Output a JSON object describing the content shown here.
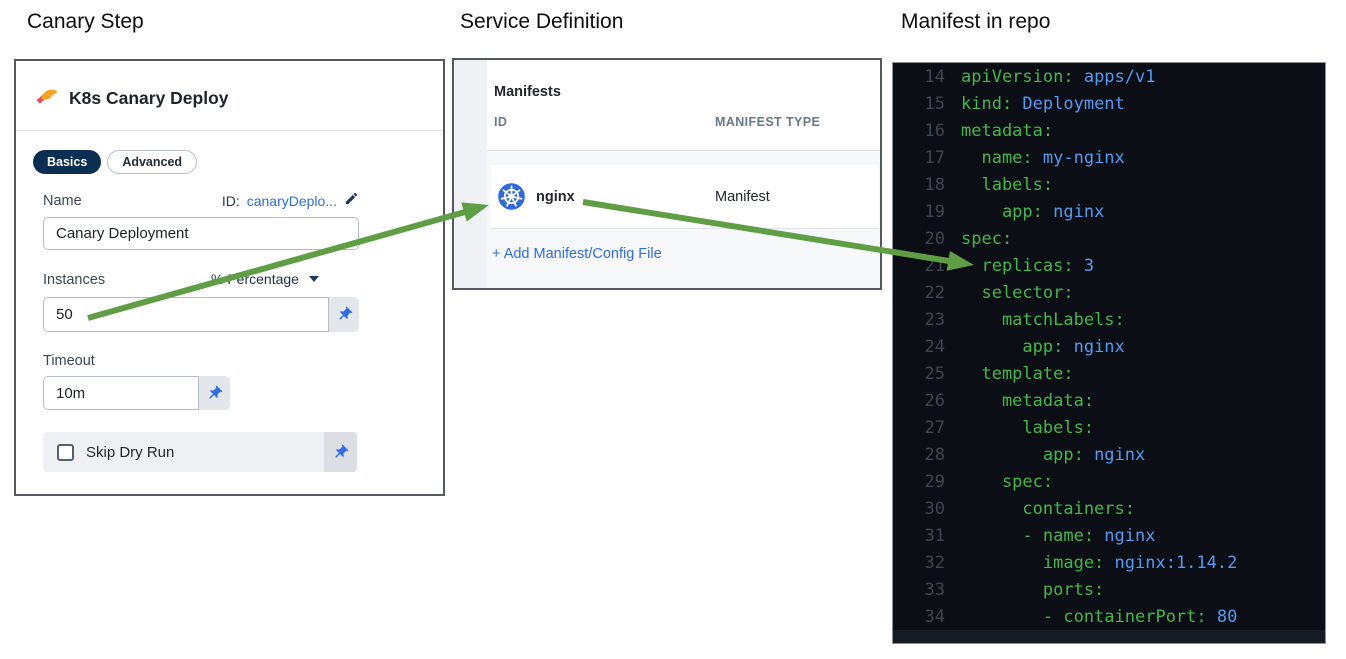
{
  "panels": {
    "canary_step": {
      "title": "Canary Step",
      "heading": "K8s Canary Deploy",
      "tabs": [
        {
          "label": "Basics",
          "active": true
        },
        {
          "label": "Advanced",
          "active": false
        }
      ],
      "name_label": "Name",
      "id_label": "ID:",
      "id_value": "canaryDeplo...",
      "name_value": "Canary Deployment",
      "instances_label": "Instances",
      "instances_unit": "% Percentage",
      "instances_value": "50",
      "timeout_label": "Timeout",
      "timeout_value": "10m",
      "skip_label": "Skip Dry Run"
    },
    "service_definition": {
      "title": "Service Definition",
      "heading": "Manifests",
      "columns": [
        "ID",
        "MANIFEST TYPE"
      ],
      "rows": [
        {
          "id": "nginx",
          "type": "Manifest"
        }
      ],
      "add_link": "+ Add Manifest/Config File"
    },
    "manifest_repo": {
      "title": "Manifest in repo",
      "code_lines": [
        {
          "num": 14,
          "indent": 0,
          "key": "apiVersion",
          "value": "apps/v1"
        },
        {
          "num": 15,
          "indent": 0,
          "key": "kind",
          "value": "Deployment"
        },
        {
          "num": 16,
          "indent": 0,
          "key": "metadata",
          "value": ""
        },
        {
          "num": 17,
          "indent": 2,
          "key": "name",
          "value": "my-nginx"
        },
        {
          "num": 18,
          "indent": 2,
          "key": "labels",
          "value": ""
        },
        {
          "num": 19,
          "indent": 4,
          "key": "app",
          "value": "nginx"
        },
        {
          "num": 20,
          "indent": 0,
          "key": "spec",
          "value": ""
        },
        {
          "num": 21,
          "indent": 2,
          "key": "replicas",
          "value": "3"
        },
        {
          "num": 22,
          "indent": 2,
          "key": "selector",
          "value": ""
        },
        {
          "num": 23,
          "indent": 4,
          "key": "matchLabels",
          "value": ""
        },
        {
          "num": 24,
          "indent": 6,
          "key": "app",
          "value": "nginx"
        },
        {
          "num": 25,
          "indent": 2,
          "key": "template",
          "value": ""
        },
        {
          "num": 26,
          "indent": 4,
          "key": "metadata",
          "value": ""
        },
        {
          "num": 27,
          "indent": 6,
          "key": "labels",
          "value": ""
        },
        {
          "num": 28,
          "indent": 8,
          "key": "app",
          "value": "nginx"
        },
        {
          "num": 29,
          "indent": 4,
          "key": "spec",
          "value": ""
        },
        {
          "num": 30,
          "indent": 6,
          "key": "containers",
          "value": ""
        },
        {
          "num": 31,
          "indent": 6,
          "key": "- name",
          "value": "nginx"
        },
        {
          "num": 32,
          "indent": 8,
          "key": "image",
          "value": "nginx:1.14.2"
        },
        {
          "num": 33,
          "indent": 8,
          "key": "ports",
          "value": ""
        },
        {
          "num": 34,
          "indent": 8,
          "key": "- containerPort",
          "value": "80"
        }
      ]
    }
  },
  "icons": {
    "step_icon": "canary-bird-icon",
    "edit_icon": "pencil-icon",
    "pin_icon": "pushpin-icon",
    "dropdown_icon": "caret-down-icon",
    "manifest_icon": "kubernetes-icon",
    "checkbox": "checkbox-unchecked"
  },
  "colors": {
    "arrow_green": "#5f9e45",
    "code_key_green": "#44b74c",
    "code_value_blue": "#549bf2",
    "code_background": "#0b0e14",
    "link_blue": "#2e6ce6",
    "pill_navy": "#0b2e52",
    "kubernetes_blue": "#3069de",
    "pin_blue": "#2e6be5"
  }
}
